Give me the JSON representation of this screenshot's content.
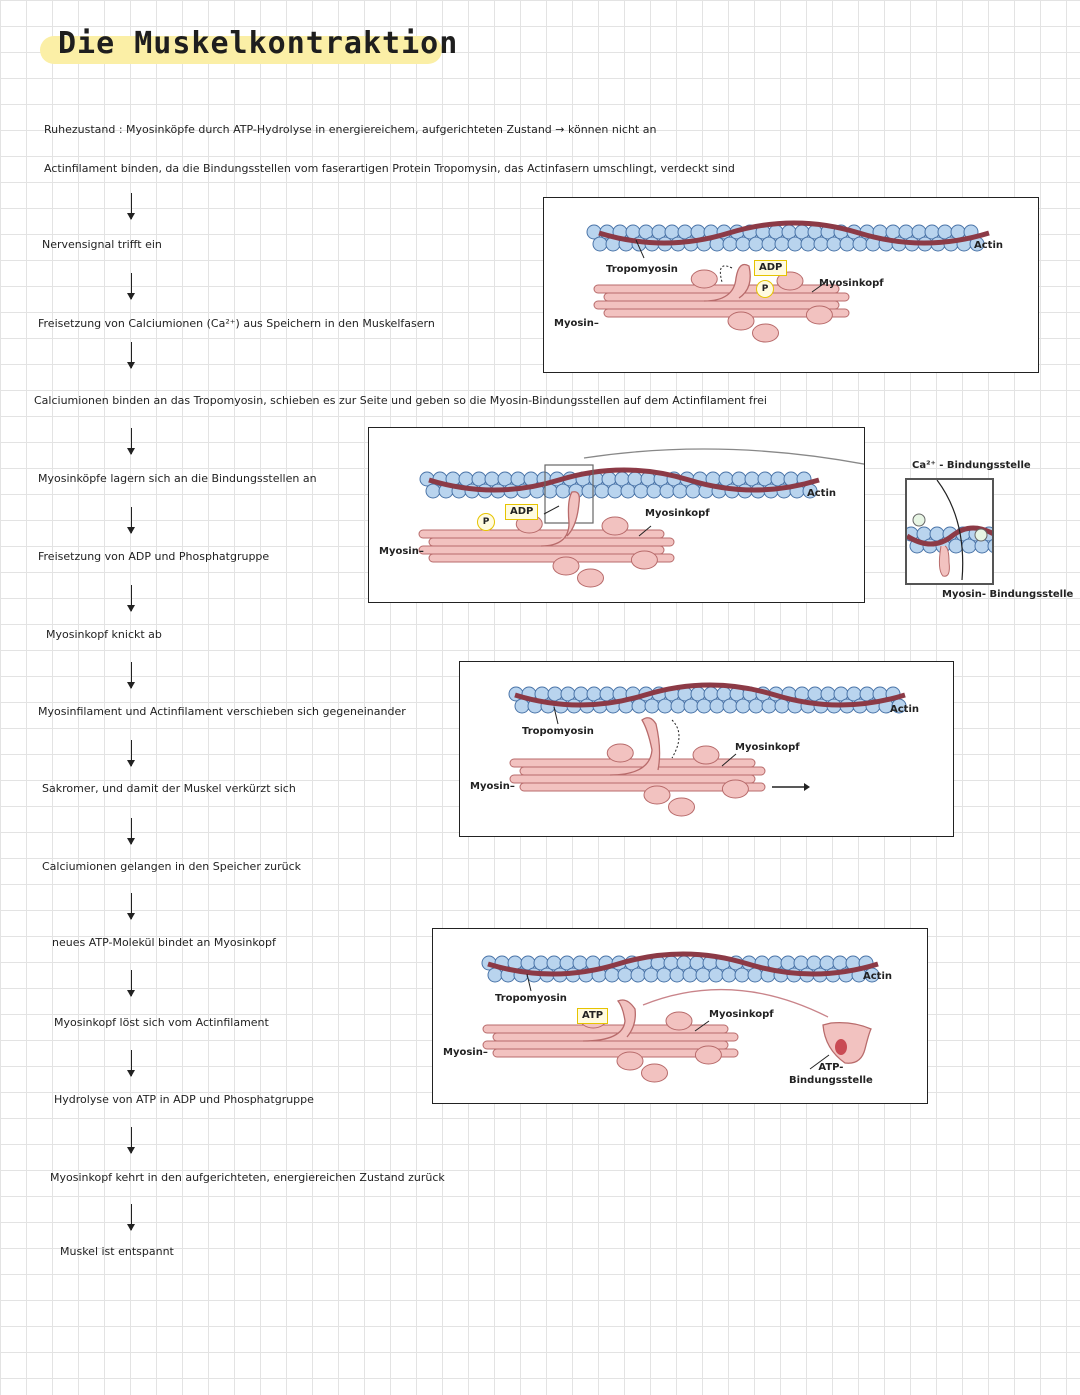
{
  "title": "Die Muskelkontraktion",
  "intro": {
    "line1": "Ruhezustand :   Myosinköpfe durch ATP-Hydrolyse in energiereichem, aufgerichteten Zustand → können nicht an",
    "line2": "Actinfilament binden, da die Bindungsstellen vom faserartigen Protein Tropomysin, das Actinfasern umschlingt, verdeckt sind"
  },
  "steps": [
    "Nervensignal trifft ein",
    "Freisetzung von Calciumionen (Ca²⁺) aus Speichern in den Muskelfasern",
    "Calciumionen binden an das Tropomyosin, schieben es zur Seite und geben so die Myosin-Bindungsstellen auf dem Actinfilament frei",
    "Myosinköpfe lagern sich an die Bindungsstellen an",
    "Freisetzung von ADP und Phosphatgruppe",
    "Myosinkopf knickt ab",
    "Myosinfilament und Actinfilament verschieben sich gegeneinander",
    "Sakromer, und damit der Muskel verkürzt sich",
    "Calciumionen gelangen in den Speicher zurück",
    "neues ATP-Molekül bindet an Myosinkopf",
    "Myosinkopf löst sich vom Actinfilament",
    "Hydrolyse von ATP in ADP und Phosphatgruppe",
    "Myosinkopf kehrt in den aufgerichteten, energiereichen Zustand zurück",
    "Muskel ist entspannt"
  ],
  "labels": {
    "actin": "Actin",
    "myosin": "Myosin–",
    "tropomyosin": "Tropomyosin",
    "myosinkopf": "Myosinkopf",
    "adp": "ADP",
    "atp": "ATP",
    "p": "P",
    "ca_site": "Ca²⁺ - Bindungsstelle",
    "myosin_site": "Myosin- Bindungsstelle",
    "atp_site": "ATP-\nBindungsstelle"
  },
  "colors": {
    "actin_fill": "#b9d4ee",
    "actin_stroke": "#4a74a8",
    "tropomyosin": "#8c3a46",
    "myosin_fill": "#f2c2c0",
    "myosin_stroke": "#b86b6b",
    "highlight": "#fbefa6",
    "badge_border": "#e6c400"
  }
}
